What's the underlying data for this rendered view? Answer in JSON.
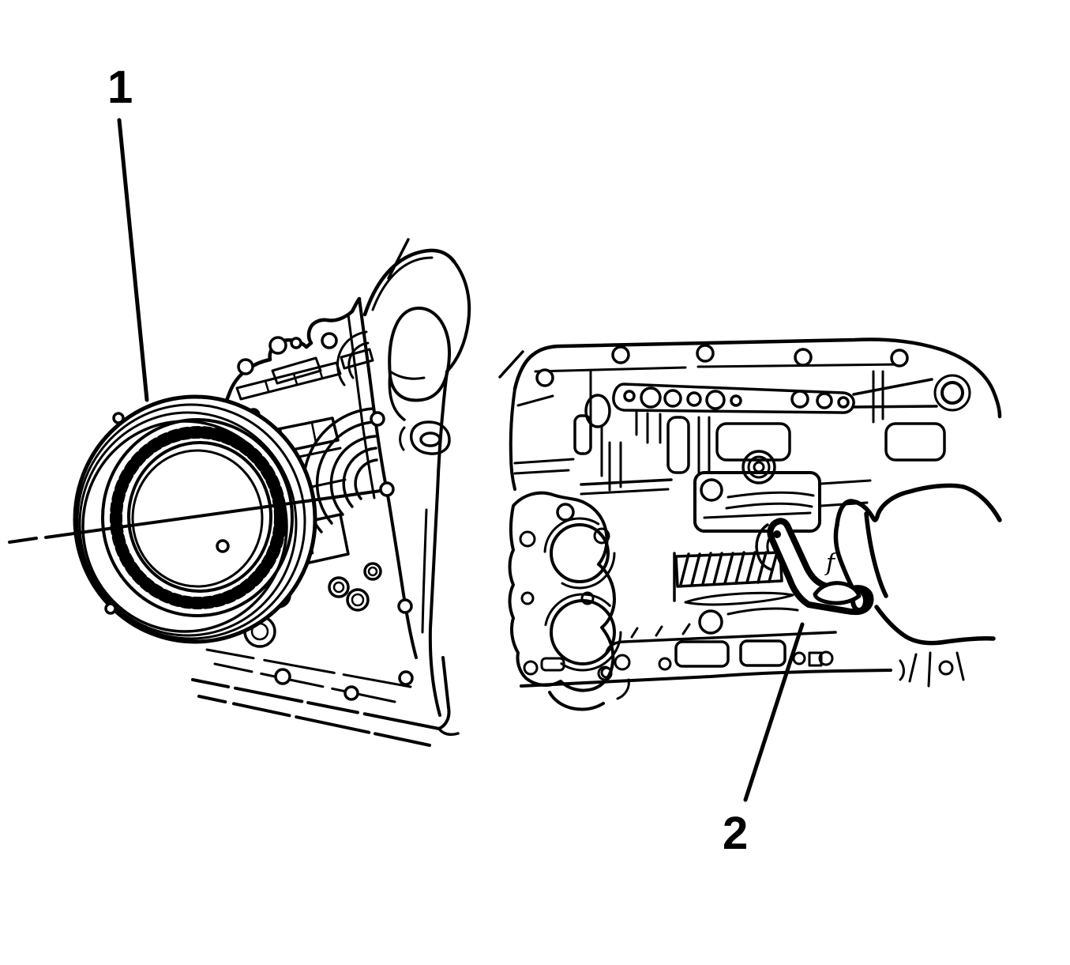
{
  "figure": {
    "colors": {
      "background": "#ffffff",
      "line": "#000000"
    },
    "callouts": {
      "one": {
        "label": "1"
      },
      "two": {
        "label": "2"
      }
    },
    "cast_mark": {
      "label": "f"
    }
  }
}
